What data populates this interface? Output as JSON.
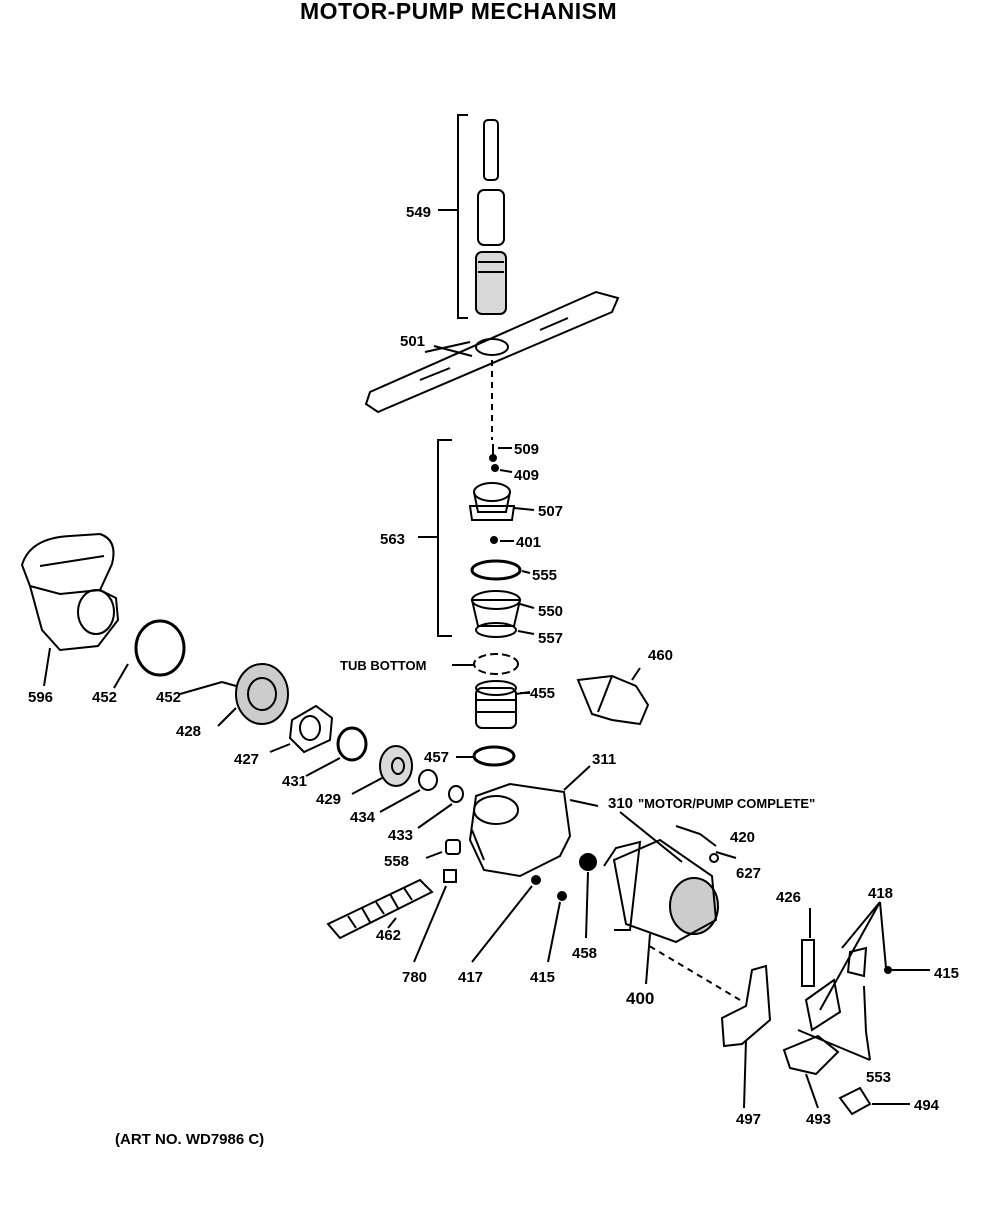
{
  "header": {
    "top_cut": "",
    "title": "MOTOR-PUMP MECHANISM"
  },
  "footer": {
    "art_no": "(ART NO. WD7986 C)"
  },
  "labels": {
    "l549": "549",
    "l501": "501",
    "l509": "509",
    "l409": "409",
    "l507": "507",
    "l563": "563",
    "l401": "401",
    "l555": "555",
    "l550": "550",
    "l557": "557",
    "l460": "460",
    "tub": "TUB BOTTOM",
    "l455": "455",
    "l457": "457",
    "l311": "311",
    "l310": "310",
    "motor_pump": "\"MOTOR/PUMP COMPLETE\"",
    "l420": "420",
    "l627": "627",
    "l596": "596",
    "l452a": "452",
    "l452b": "452",
    "l428": "428",
    "l427": "427",
    "l431": "431",
    "l429": "429",
    "l434": "434",
    "l433": "433",
    "l558": "558",
    "l462": "462",
    "l780": "780",
    "l417": "417",
    "l415a": "415",
    "l458": "458",
    "l400": "400",
    "l426": "426",
    "l418": "418",
    "l415b": "415",
    "l553": "553",
    "l497": "497",
    "l493": "493",
    "l494": "494"
  }
}
